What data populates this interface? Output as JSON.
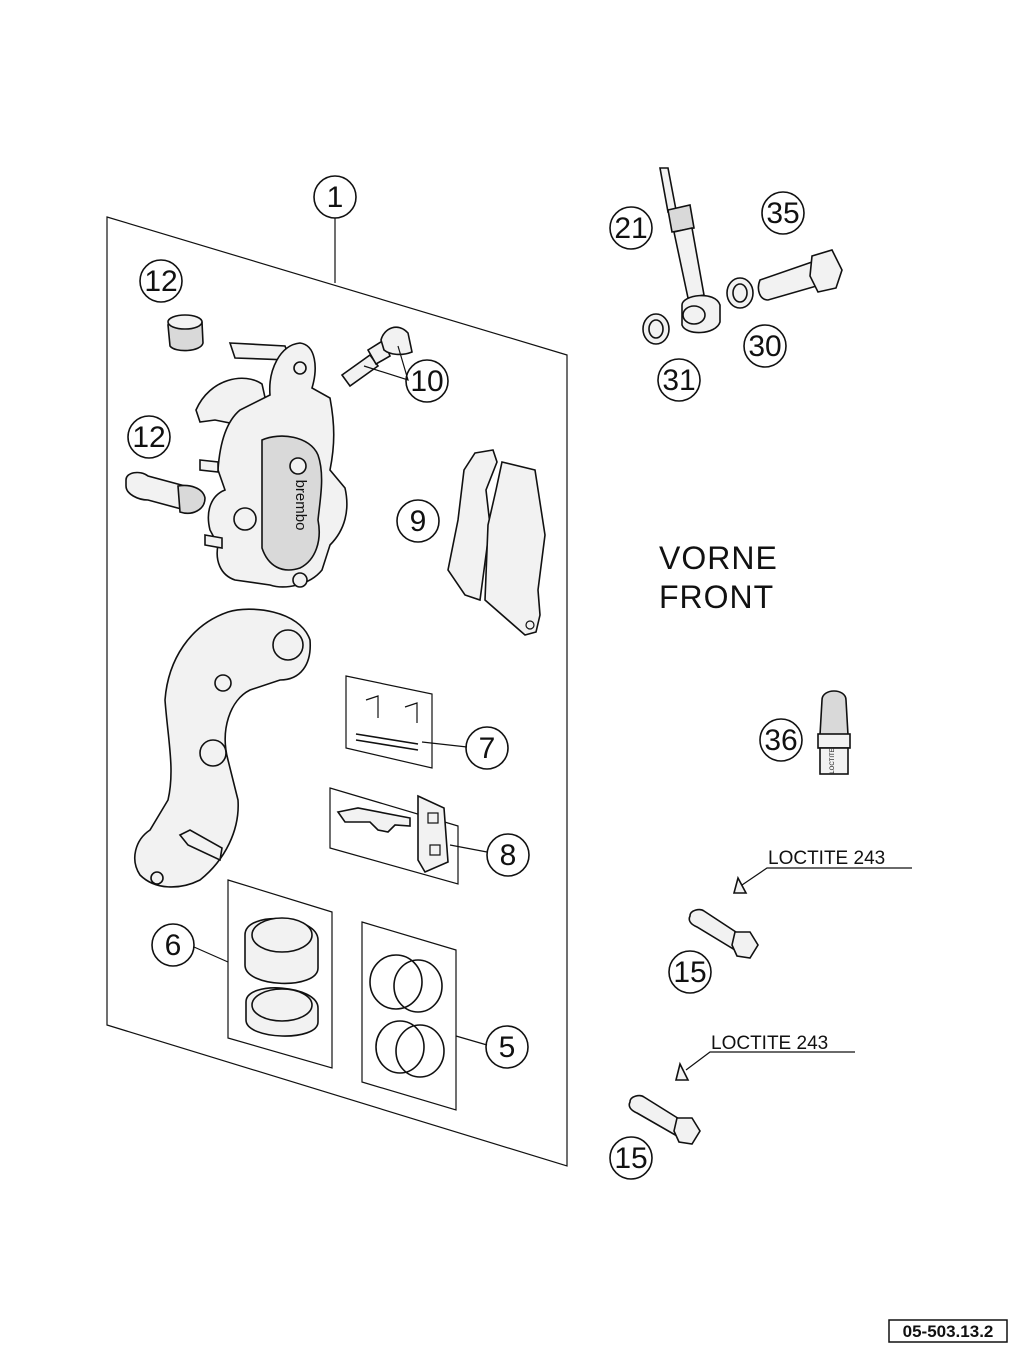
{
  "diagram": {
    "callouts": {
      "c1": "1",
      "c12a": "12",
      "c12b": "12",
      "c10": "10",
      "c9": "9",
      "c7": "7",
      "c8": "8",
      "c6": "6",
      "c5": "5",
      "c21": "21",
      "c35": "35",
      "c30": "30",
      "c31": "31",
      "c36": "36",
      "c15a": "15",
      "c15b": "15"
    },
    "position_label": [
      "VORNE",
      "FRONT"
    ],
    "notes": {
      "loctite_a": "LOCTITE 243",
      "loctite_b": "LOCTITE 243"
    },
    "caliper_brand": "brembo",
    "tube_label": "LOCTITE",
    "reference_number": "05-503.13.2"
  }
}
